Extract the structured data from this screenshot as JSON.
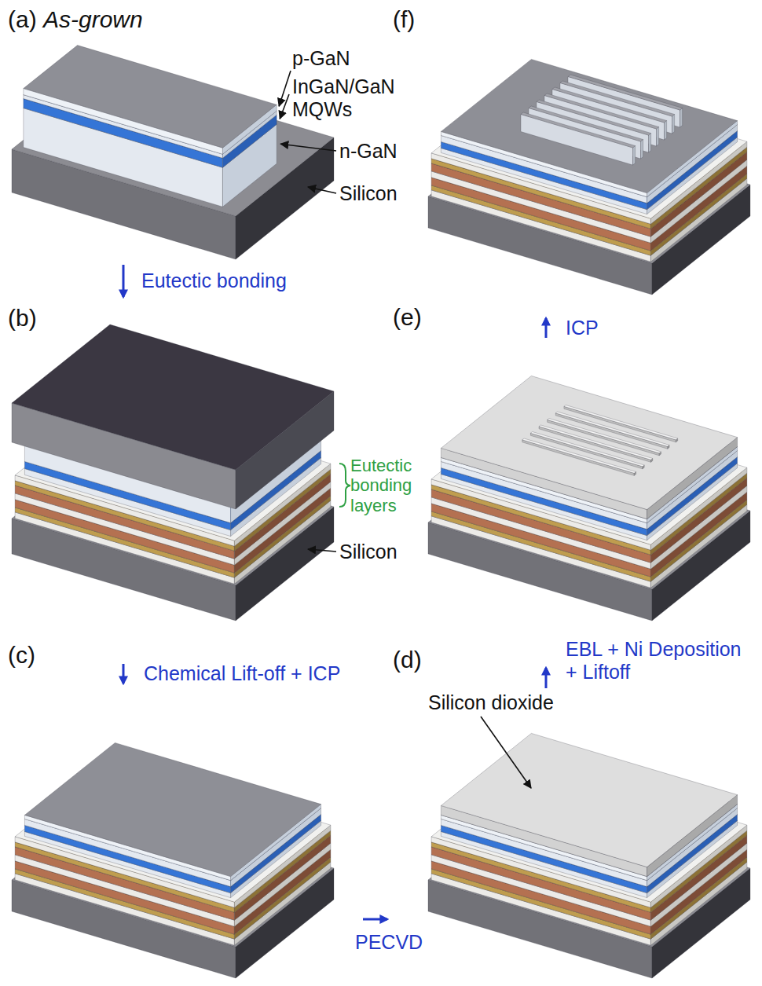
{
  "diagram": {
    "nodes": [
      {
        "text": [
          "(a)",
          "As-grown"
        ]
      },
      {
        "text": [
          "(b)"
        ]
      },
      {
        "text": [
          "(c)"
        ]
      },
      {
        "text": [
          "(d)"
        ]
      },
      {
        "text": [
          "(e)"
        ]
      },
      {
        "text": [
          "(f)"
        ]
      }
    ],
    "edges": [
      {
        "from": 0,
        "to": 1,
        "arrow": "to",
        "label": "Eutectic bonding"
      },
      {
        "from": 1,
        "to": 2,
        "arrow": "to",
        "label": "Chemical Lift-off + ICP"
      },
      {
        "from": 2,
        "to": 3,
        "arrow": "to",
        "label": "PECVD"
      },
      {
        "from": 3,
        "to": 4,
        "arrow": "to",
        "label": "EBL + Ni Deposition + Liftoff"
      },
      {
        "from": 4,
        "to": 5,
        "arrow": "to",
        "label": "ICP"
      }
    ],
    "labels": [
      "p-GaN",
      "InGaN/GaN MQWs",
      "n-GaN",
      "Silicon",
      "Eutectic bonding layers",
      "Silicon",
      "Silicon dioxide"
    ]
  }
}
